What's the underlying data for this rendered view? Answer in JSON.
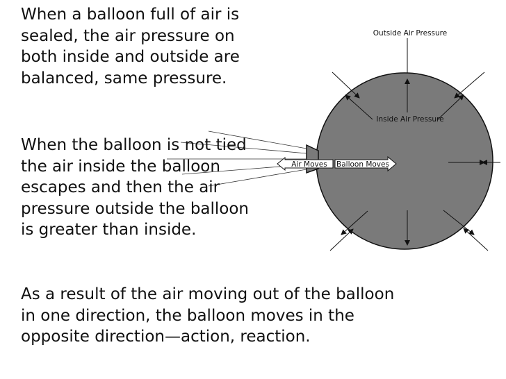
{
  "text": {
    "paragraph1": [
      "When a balloon full of air is",
      "sealed, the air pressure on",
      "both inside and outside are",
      "balanced, same pressure."
    ],
    "paragraph2": [
      "When the balloon is not tied",
      "the air inside the balloon",
      "escapes and then the air",
      "pressure outside the balloon",
      "is greater than inside."
    ],
    "paragraph3": [
      "As a result of the air moving out of the balloon",
      "in one direction, the balloon moves in the",
      "opposite direction—action, reaction."
    ]
  },
  "diagram": {
    "labels": {
      "outside": "Outside Air Pressure",
      "inside": "Inside Air Pressure",
      "air_moves": "Air Moves",
      "balloon_moves": "Balloon Moves"
    },
    "colors": {
      "balloon_fill": "#7a7a7a",
      "outline": "#111111",
      "arrow_fill": "#ffffff"
    }
  }
}
